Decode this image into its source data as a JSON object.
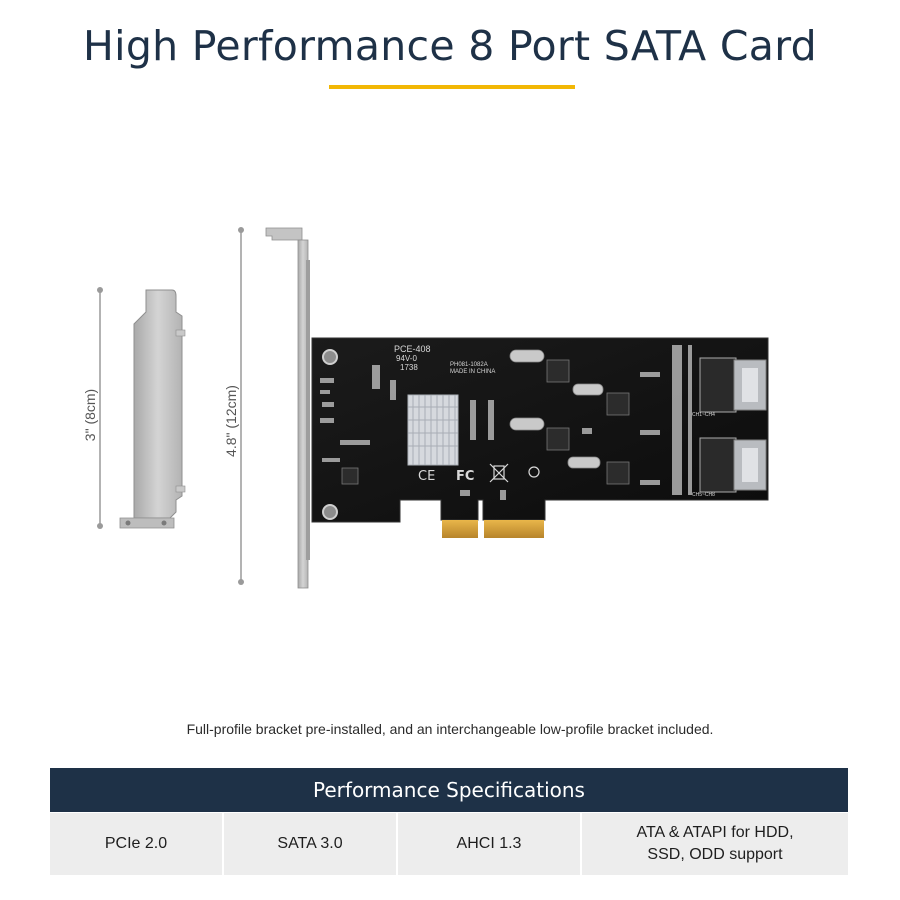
{
  "page": {
    "title": "High Performance 8 Port SATA Card",
    "caption": "Full-profile bracket pre-installed, and an interchangeable low-profile bracket included."
  },
  "dimensions": {
    "low_profile": "3\" (8cm)",
    "full_profile": "4.8\" (12cm)"
  },
  "board_markings": {
    "model": "PCE-408",
    "rating": "94V-0",
    "code": "1738",
    "part": "PH081-1082A",
    "origin": "MADE IN CHINA",
    "port_label_top": "CH1~CH4",
    "port_label_bottom": "CH5~CH8"
  },
  "specs": {
    "header": "Performance Specifications",
    "items": [
      "PCIe 2.0",
      "SATA 3.0",
      "AHCI 1.3",
      "ATA & ATAPI for HDD, SSD, ODD support"
    ]
  },
  "colors": {
    "navy": "#1e3147",
    "accent": "#f2b705",
    "cell_bg": "#ededed"
  }
}
